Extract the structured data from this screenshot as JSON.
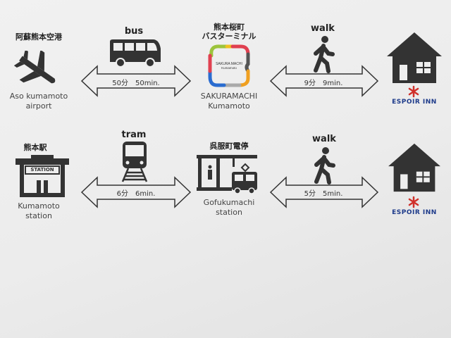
{
  "row1": {
    "origin": {
      "jp": "阿蘇熊本空港",
      "en_line1": "Aso kumamoto",
      "en_line2": "airport",
      "icon": "airplane-icon"
    },
    "mode1": {
      "label": "bus",
      "time": "50分　50min.",
      "icon": "bus-icon"
    },
    "transfer": {
      "jp_line1": "熊本桜町",
      "jp_line2": "バスターミナル",
      "logo_line1": "SAKURA MACHI",
      "logo_line2": "Kumamoto",
      "en_line1": "SAKURAMACHI",
      "en_line2": "Kumamoto"
    },
    "mode2": {
      "label": "walk",
      "time": "9分　9min.",
      "icon": "walking-person-icon"
    },
    "destination": {
      "name": "ESPOIR INN",
      "icon": "house-icon"
    }
  },
  "row2": {
    "origin": {
      "jp": "熊本駅",
      "sign": "STATION",
      "en_line1": "Kumamoto",
      "en_line2": "station",
      "icon": "station-icon"
    },
    "mode1": {
      "label": "tram",
      "time": "6分　6min.",
      "icon": "tram-icon"
    },
    "transfer": {
      "jp": "呉服町電停",
      "en_line1": "Gofukumachi",
      "en_line2": "station",
      "icon": "tram-stop-icon"
    },
    "mode2": {
      "label": "walk",
      "time": "5分　5min.",
      "icon": "walking-person-icon"
    },
    "destination": {
      "name": "ESPOIR INN",
      "icon": "house-icon"
    }
  },
  "colors": {
    "icon": "#333333",
    "espoir_blue": "#1d3a8a",
    "espoir_red": "#d0302a"
  }
}
